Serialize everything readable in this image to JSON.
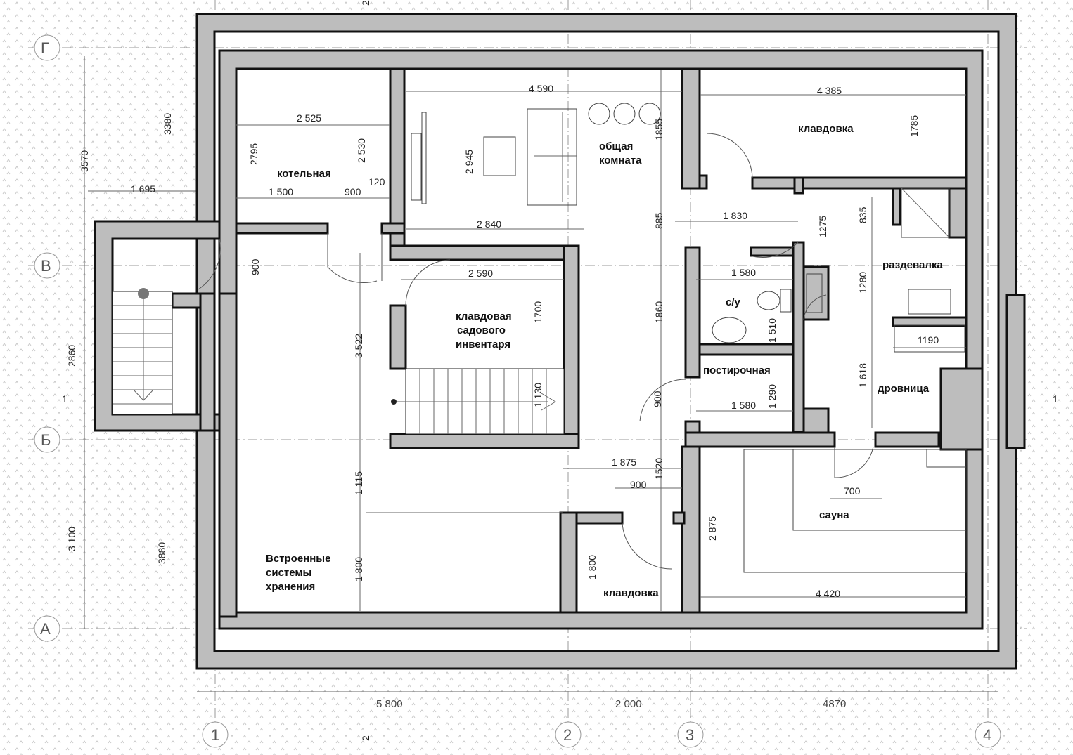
{
  "rooms": {
    "boiler": "котельная",
    "common_line1": "общая",
    "common_line2": "комната",
    "pantry_top": "клавдовка",
    "garden_line1": "клавдовая",
    "garden_line2": "садового",
    "garden_line3": "инвентаря",
    "wc": "с/у",
    "dressing": "раздевалка",
    "laundry": "постирочная",
    "woodshed": "дровница",
    "sauna": "сауна",
    "storage_line1": "Встроенные",
    "storage_line2": "системы",
    "storage_line3": "хранения",
    "pantry_bottom": "клавдовка"
  },
  "axes": {
    "rows": [
      "Г",
      "В",
      "Б",
      "А"
    ],
    "cols": [
      "1",
      "2",
      "3",
      "4"
    ]
  },
  "dimensions": {
    "d2525": "2 525",
    "d2530": "2 530",
    "d2795": "2795",
    "d1500": "1 500",
    "d900a": "900",
    "d120": "120",
    "d1695": "1 695",
    "d3380": "3380",
    "d3570": "3570",
    "d4590": "4 590",
    "d2945": "2 945",
    "d1855": "1855",
    "d2840": "2 840",
    "d4385": "4 385",
    "d1785": "1785",
    "d1830": "1 830",
    "d885": "885",
    "d1275": "1275",
    "d835": "835",
    "d900b": "900",
    "d2590": "2 590",
    "d1700": "1700",
    "d3522": "3 522",
    "d1580a": "1 580",
    "d1510": "1 510",
    "d1860": "1860",
    "d1280": "1280",
    "d1190": "1190",
    "d1618": "1 618",
    "d1290": "1 290",
    "d1580b": "1 580",
    "d900c": "900",
    "d1130": "1 130",
    "d2860": "2860",
    "d1875": "1 875",
    "d1520": "1520",
    "d900d": "900",
    "d1115": "1 115",
    "d700": "700",
    "d2875": "2 875",
    "d1800a": "1 800",
    "d1800b": "1 800",
    "d3100": "3 100",
    "d3880": "3880",
    "d4420": "4 420",
    "d1left": "1",
    "d1right": "1",
    "d2top": "2",
    "d2bottom": "2"
  },
  "bottom_dims": {
    "a": "5 800",
    "b": "2 000",
    "c": "4870"
  }
}
